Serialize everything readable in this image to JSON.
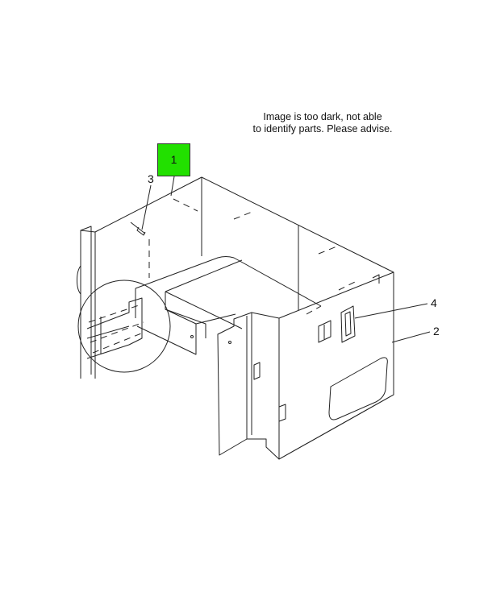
{
  "notice": {
    "line1": "Image is too dark, not able",
    "line2": "to identify parts. Please advise."
  },
  "callouts": {
    "c1": "1",
    "c2": "2",
    "c3": "3",
    "c4": "4"
  },
  "colors": {
    "highlight": "#22e000",
    "line": "#222222",
    "background": "#ffffff"
  }
}
